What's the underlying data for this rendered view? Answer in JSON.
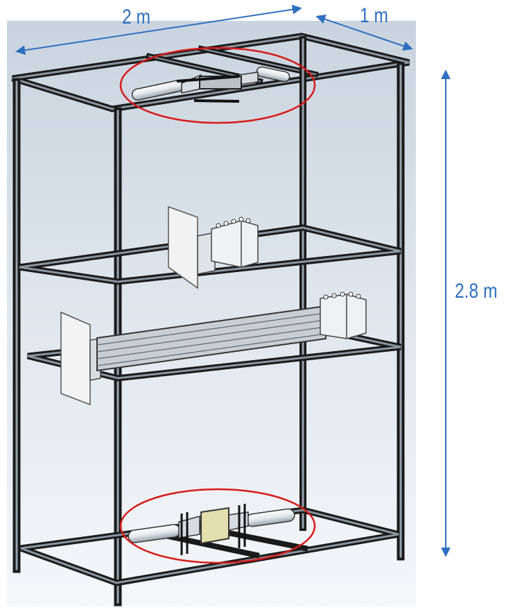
{
  "dimensions": {
    "width": "2 m",
    "depth": "1 m",
    "height": "2.8 m"
  },
  "colors": {
    "dimension_text": "#2f6fc0",
    "dimension_arrow": "#2f6fc0",
    "highlight_ellipse": "#d81a1a",
    "frame_edge": "#1a1a1a",
    "frame_face": "#7f8a94",
    "background_top": "#c7d3de",
    "background_bottom": "#f3f6f9"
  }
}
